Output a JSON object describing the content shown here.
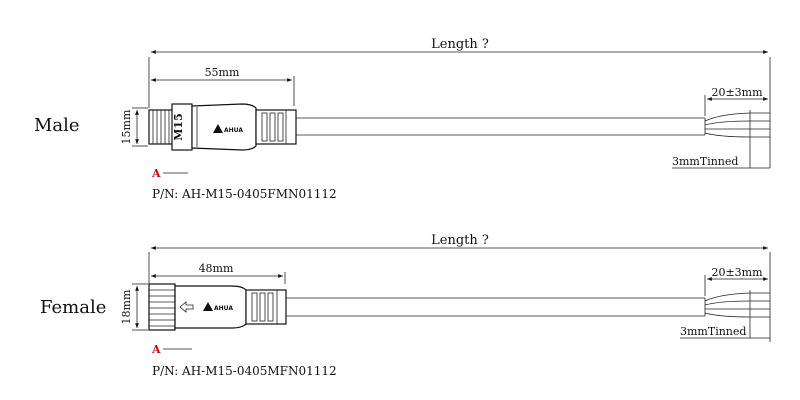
{
  "assemblies": [
    {
      "label": "Male",
      "length_label": "Length ?",
      "body_dim": "55mm",
      "height_dim": "15mm",
      "strip_dim": "20±3mm",
      "tinned": "3mmTinned",
      "part_number": "P/N: AH-M15-0405FMN01112",
      "section_mark": "A",
      "thread_label": "M15",
      "brand": "AHUA"
    },
    {
      "label": "Female",
      "length_label": "Length ?",
      "body_dim": "48mm",
      "height_dim": "18mm",
      "strip_dim": "20±3mm",
      "tinned": "3mmTinned",
      "part_number": "P/N: AH-M15-0405MFN01112",
      "section_mark": "A",
      "brand": "AHUA"
    }
  ]
}
